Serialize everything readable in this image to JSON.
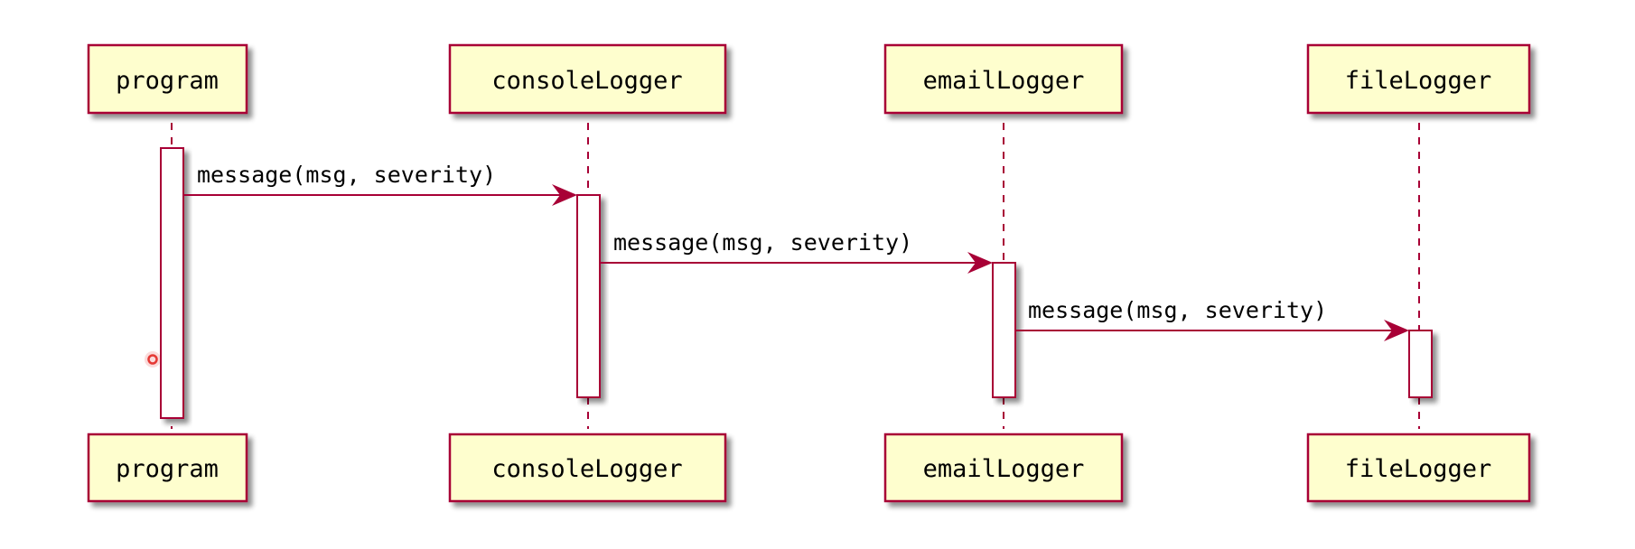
{
  "participants": [
    {
      "id": "program",
      "label": "program"
    },
    {
      "id": "consoleLogger",
      "label": "consoleLogger"
    },
    {
      "id": "emailLogger",
      "label": "emailLogger"
    },
    {
      "id": "fileLogger",
      "label": "fileLogger"
    }
  ],
  "messages": [
    {
      "from": "program",
      "to": "consoleLogger",
      "label": "message(msg, severity)"
    },
    {
      "from": "consoleLogger",
      "to": "emailLogger",
      "label": "message(msg, severity)"
    },
    {
      "from": "emailLogger",
      "to": "fileLogger",
      "label": "message(msg, severity)"
    }
  ],
  "colors": {
    "box_fill": "#FEFECE",
    "box_border": "#A80036",
    "lifeline": "#A80036",
    "arrow": "#A80036",
    "activation_fill": "#FFFFFF",
    "shadow": "#9a9a9a",
    "marker": "#E53935"
  }
}
